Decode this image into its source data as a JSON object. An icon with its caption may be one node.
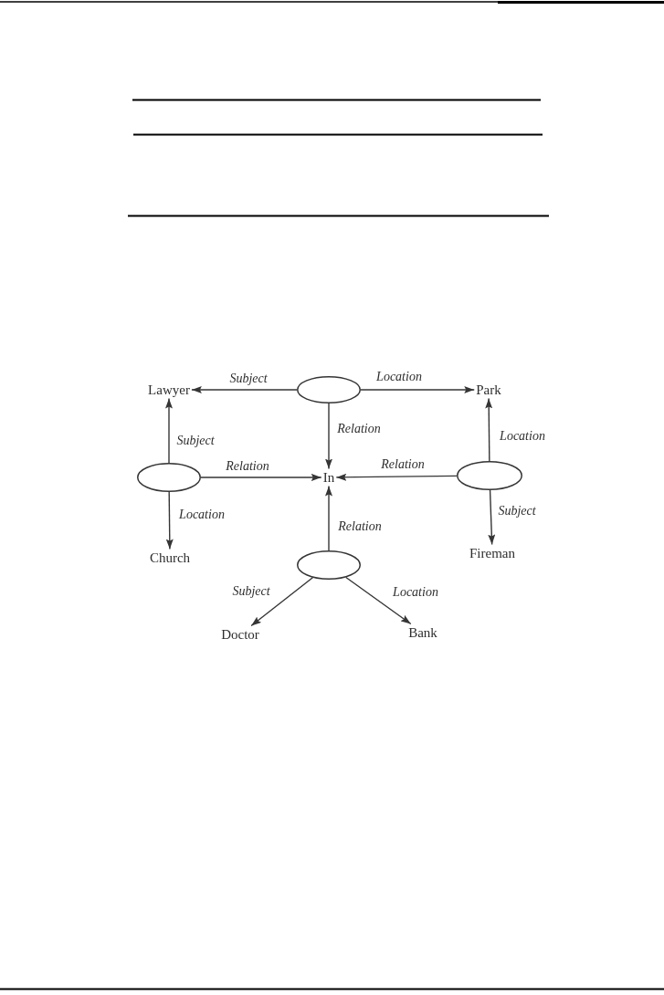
{
  "diagram": {
    "nodes": [
      {
        "text": [
          "Lawyer"
        ]
      },
      {
        "text": [],
        "shape": "ellipse"
      },
      {
        "text": [
          "Park"
        ]
      },
      {
        "text": [],
        "shape": "ellipse"
      },
      {
        "text": [
          "In"
        ]
      },
      {
        "text": [],
        "shape": "ellipse"
      },
      {
        "text": [
          "Church"
        ]
      },
      {
        "text": [
          "Fireman"
        ]
      },
      {
        "text": [],
        "shape": "ellipse"
      },
      {
        "text": [
          "Doctor"
        ]
      },
      {
        "text": [
          "Bank"
        ]
      }
    ],
    "edges": [
      {
        "from": 1,
        "to": 0,
        "arrow": "to",
        "label": "Subject"
      },
      {
        "from": 1,
        "to": 2,
        "arrow": "to",
        "label": "Location"
      },
      {
        "from": 1,
        "to": 4,
        "arrow": "to",
        "label": "Relation"
      },
      {
        "from": 3,
        "to": 0,
        "arrow": "to",
        "label": "Subject"
      },
      {
        "from": 3,
        "to": 4,
        "arrow": "to",
        "label": "Relation"
      },
      {
        "from": 3,
        "to": 6,
        "arrow": "to",
        "label": "Location"
      },
      {
        "from": 5,
        "to": 2,
        "arrow": "to",
        "label": "Location"
      },
      {
        "from": 5,
        "to": 4,
        "arrow": "to",
        "label": "Relation"
      },
      {
        "from": 5,
        "to": 7,
        "arrow": "to",
        "label": "Subject"
      },
      {
        "from": 8,
        "to": 4,
        "arrow": "to",
        "label": "Relation"
      },
      {
        "from": 8,
        "to": 9,
        "arrow": "to",
        "label": "Subject"
      },
      {
        "from": 8,
        "to": 10,
        "arrow": "to",
        "label": "Location"
      }
    ]
  }
}
